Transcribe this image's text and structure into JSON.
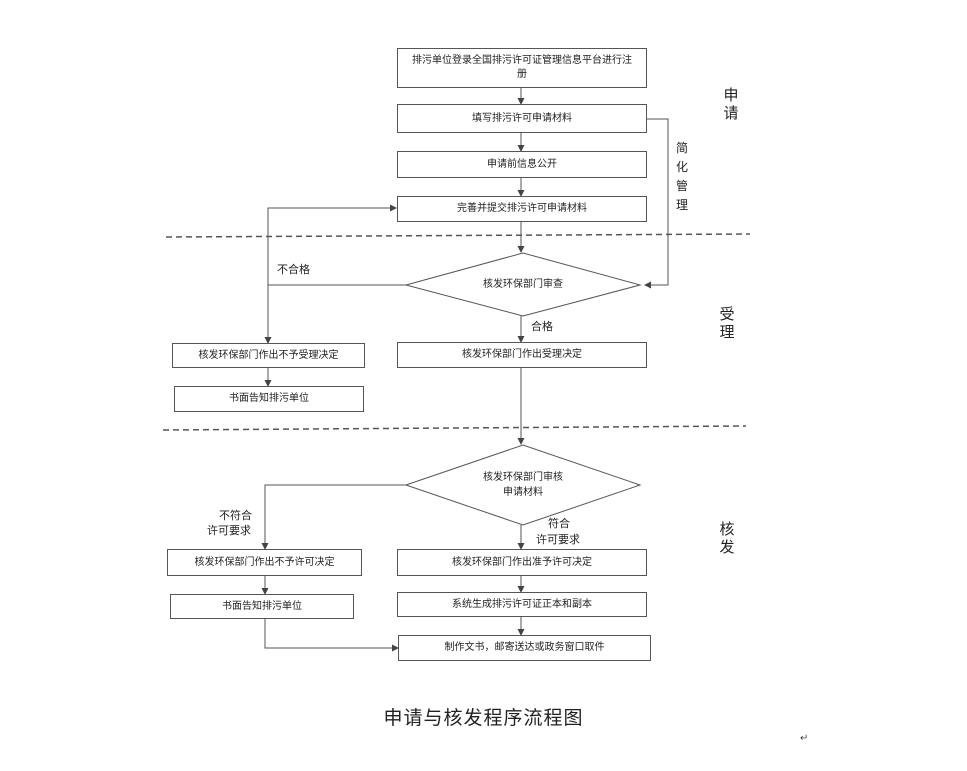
{
  "stages": {
    "apply": "申请",
    "accept": "受理",
    "issue": "核发"
  },
  "side_note": "简化管理",
  "boxes": {
    "register": "排污单位登录全国排污许可证管理信息平台进行注册",
    "fill": "填写排污许可申请材料",
    "public": "申请前信息公开",
    "submit": "完善并提交排污许可申请材料",
    "reject_accept": "核发环保部门作出不予受理决定",
    "notify_1": "书面告知排污单位",
    "accept_decision": "核发环保部门作出受理决定",
    "reject_permit": "核发环保部门作出不予许可决定",
    "notify_2": "书面告知排污单位",
    "approve_permit": "核发环保部门作出准予许可决定",
    "generate": "系统生成排污许可证正本和副本",
    "deliver": "制作文书，邮寄送达或政务窗口取件"
  },
  "diamonds": {
    "review": "核发环保部门审查",
    "audit_line1": "核发环保部门审核",
    "audit_line2": "申请材料"
  },
  "edge_labels": {
    "unqualified": "不合格",
    "qualified": "合格",
    "noncompliant_1": "不符合",
    "noncompliant_2": "许可要求",
    "compliant_1": "符合",
    "compliant_2": "许可要求"
  },
  "caption": "申请与核发程序流程图",
  "paragraph_mark": "↵"
}
